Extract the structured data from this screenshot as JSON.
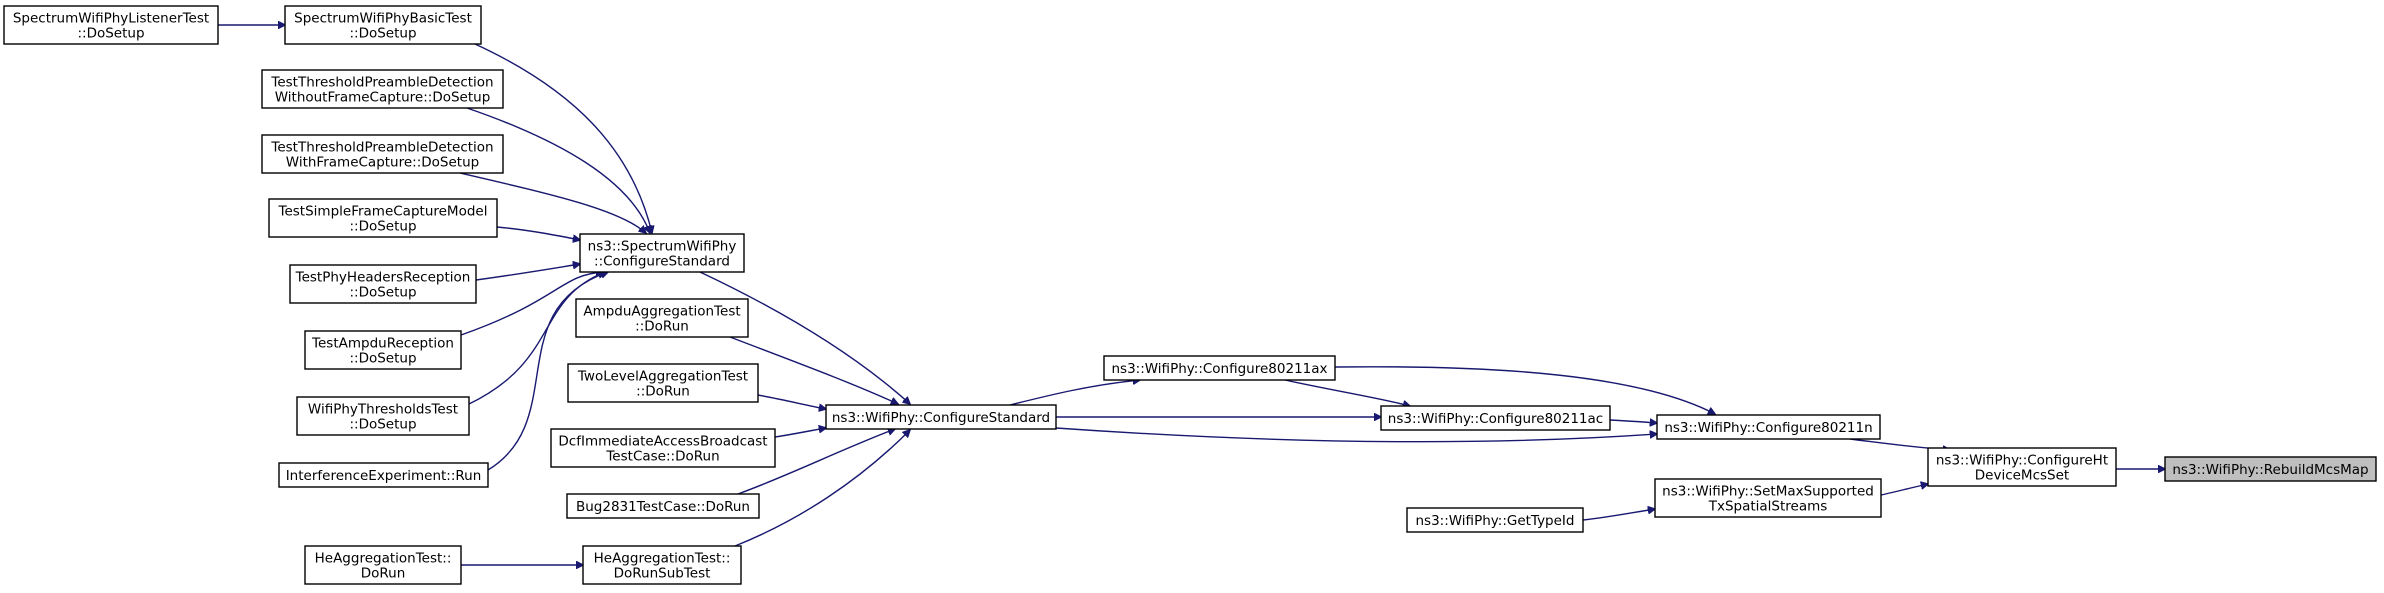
{
  "diagram": {
    "edge_color": "#191970",
    "root_fill": "#bfbfbf",
    "node_fill": "#ffffff",
    "nodes": [
      {
        "id": "n_listener",
        "label": [
          "SpectrumWifiPhyListenerTest",
          "::DoSetup"
        ]
      },
      {
        "id": "n_basic",
        "label": [
          "SpectrumWifiPhyBasicTest",
          "::DoSetup"
        ]
      },
      {
        "id": "n_tpd_without",
        "label": [
          "TestThresholdPreambleDetection",
          "WithoutFrameCapture::DoSetup"
        ]
      },
      {
        "id": "n_tpd_with",
        "label": [
          "TestThresholdPreambleDetection",
          "WithFrameCapture::DoSetup"
        ]
      },
      {
        "id": "n_simplecap",
        "label": [
          "TestSimpleFrameCaptureModel",
          "::DoSetup"
        ]
      },
      {
        "id": "n_headers",
        "label": [
          "TestPhyHeadersReception",
          "::DoSetup"
        ]
      },
      {
        "id": "n_ampdu",
        "label": [
          "TestAmpduReception",
          "::DoSetup"
        ]
      },
      {
        "id": "n_thresholds",
        "label": [
          "WifiPhyThresholdsTest",
          "::DoSetup"
        ]
      },
      {
        "id": "n_interf",
        "label": [
          "InterferenceExperiment::Run"
        ]
      },
      {
        "id": "n_spectrum_cfg",
        "label": [
          "ns3::SpectrumWifiPhy",
          "::ConfigureStandard"
        ]
      },
      {
        "id": "n_ampdu_agg",
        "label": [
          "AmpduAggregationTest",
          "::DoRun"
        ]
      },
      {
        "id": "n_twolevel",
        "label": [
          "TwoLevelAggregationTest",
          "::DoRun"
        ]
      },
      {
        "id": "n_dcf",
        "label": [
          "DcfImmediateAccessBroadcast",
          "TestCase::DoRun"
        ]
      },
      {
        "id": "n_bug2831",
        "label": [
          "Bug2831TestCase::DoRun"
        ]
      },
      {
        "id": "n_heagg",
        "label": [
          "HeAggregationTest::",
          "DoRun"
        ]
      },
      {
        "id": "n_heagg_sub",
        "label": [
          "HeAggregationTest::",
          "DoRunSubTest"
        ]
      },
      {
        "id": "n_cfgstd",
        "label": [
          "ns3::WifiPhy::ConfigureStandard"
        ]
      },
      {
        "id": "n_ax",
        "label": [
          "ns3::WifiPhy::Configure80211ax"
        ]
      },
      {
        "id": "n_ac",
        "label": [
          "ns3::WifiPhy::Configure80211ac"
        ]
      },
      {
        "id": "n_n",
        "label": [
          "ns3::WifiPhy::Configure80211n"
        ]
      },
      {
        "id": "n_typeid",
        "label": [
          "ns3::WifiPhy::GetTypeId"
        ]
      },
      {
        "id": "n_setmax",
        "label": [
          "ns3::WifiPhy::SetMaxSupported",
          "TxSpatialStreams"
        ]
      },
      {
        "id": "n_ht",
        "label": [
          "ns3::WifiPhy::ConfigureHt",
          "DeviceMcsSet"
        ]
      },
      {
        "id": "n_root",
        "label": [
          "ns3::WifiPhy::RebuildMcsMap"
        ]
      }
    ],
    "edges": [
      [
        "n_listener",
        "n_basic"
      ],
      [
        "n_basic",
        "n_spectrum_cfg"
      ],
      [
        "n_tpd_without",
        "n_spectrum_cfg"
      ],
      [
        "n_tpd_with",
        "n_spectrum_cfg"
      ],
      [
        "n_simplecap",
        "n_spectrum_cfg"
      ],
      [
        "n_headers",
        "n_spectrum_cfg"
      ],
      [
        "n_ampdu",
        "n_spectrum_cfg"
      ],
      [
        "n_thresholds",
        "n_spectrum_cfg"
      ],
      [
        "n_interf",
        "n_spectrum_cfg"
      ],
      [
        "n_spectrum_cfg",
        "n_cfgstd"
      ],
      [
        "n_ampdu_agg",
        "n_cfgstd"
      ],
      [
        "n_twolevel",
        "n_cfgstd"
      ],
      [
        "n_dcf",
        "n_cfgstd"
      ],
      [
        "n_bug2831",
        "n_cfgstd"
      ],
      [
        "n_heagg_sub",
        "n_cfgstd"
      ],
      [
        "n_heagg",
        "n_heagg_sub"
      ],
      [
        "n_cfgstd",
        "n_ax"
      ],
      [
        "n_cfgstd",
        "n_ac"
      ],
      [
        "n_cfgstd",
        "n_n"
      ],
      [
        "n_ax",
        "n_ac"
      ],
      [
        "n_ax",
        "n_n"
      ],
      [
        "n_ac",
        "n_n"
      ],
      [
        "n_n",
        "n_ht"
      ],
      [
        "n_typeid",
        "n_setmax"
      ],
      [
        "n_setmax",
        "n_ht"
      ],
      [
        "n_ht",
        "n_root"
      ]
    ]
  }
}
